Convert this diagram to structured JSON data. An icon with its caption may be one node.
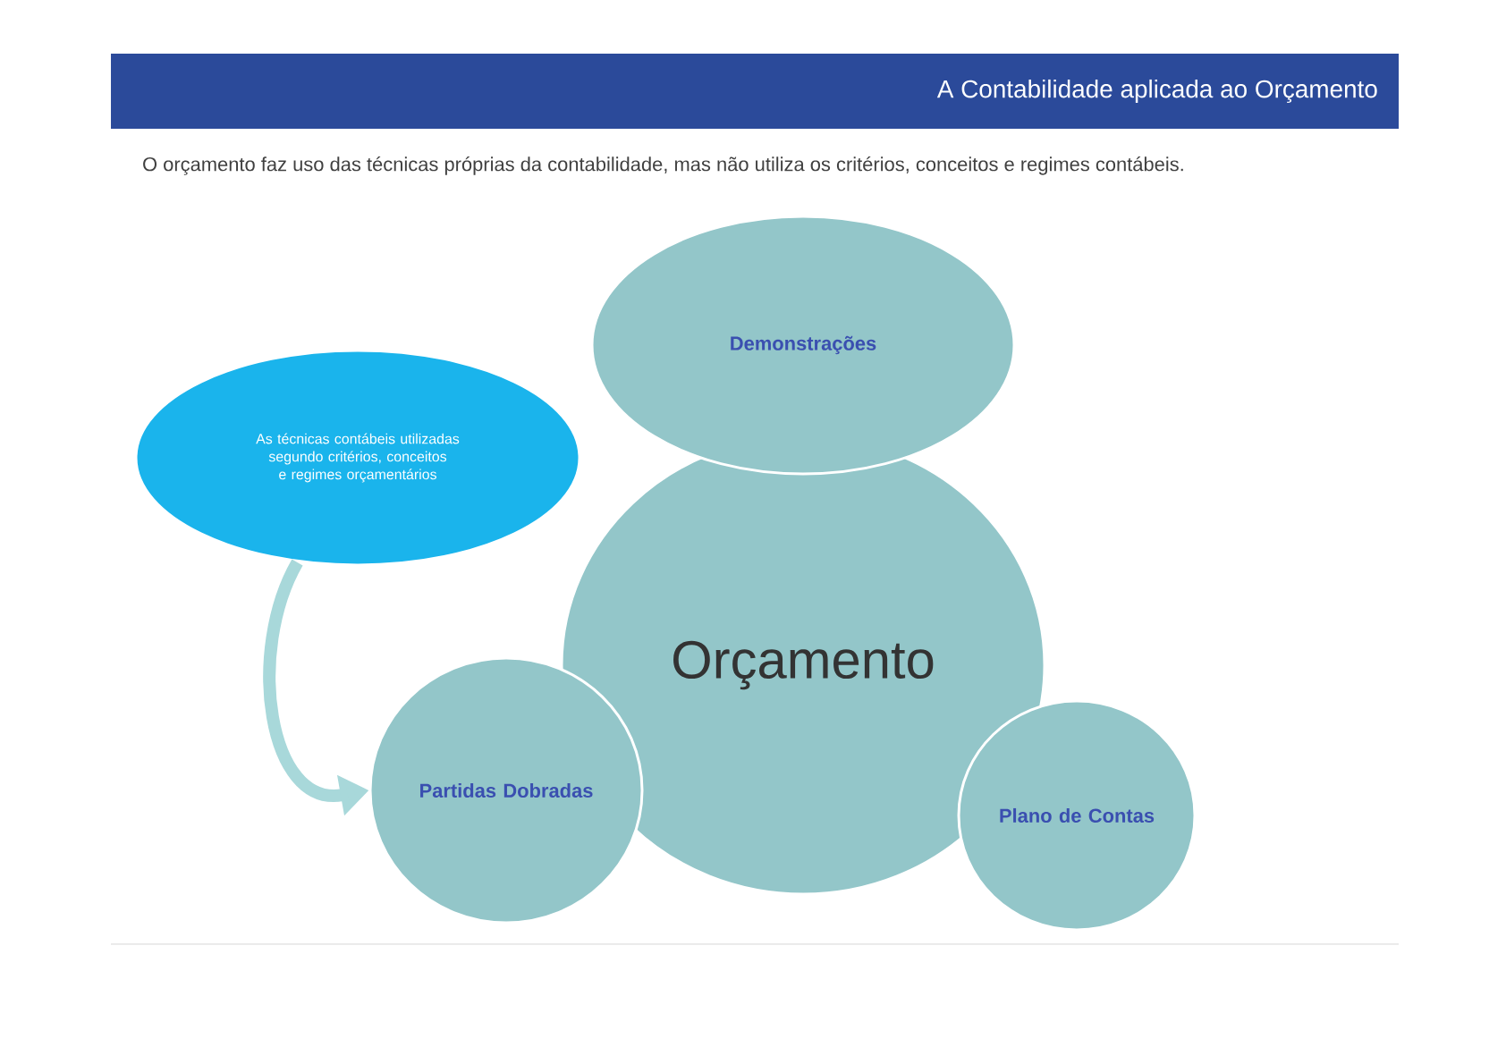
{
  "diagram": {
    "title": "A Contabilidade aplicada ao Orçamento",
    "nodes": [
      {
        "text": [
          "Demonstrações"
        ]
      },
      {
        "text": [
          "As técnicas contábeis utilizadas segundo critérios, conceitos e regimes orçamentários"
        ]
      },
      {
        "text": [
          "Orçamento"
        ]
      },
      {
        "text": [
          "Partidas Dobradas"
        ]
      },
      {
        "text": [
          "Plano de Contas"
        ]
      }
    ],
    "edges": [
      {
        "from": 1,
        "to": 3,
        "arrow": "to"
      }
    ],
    "labels": [
      "O orçamento faz uso das técnicas próprias da contabilidade, mas não utiliza os critérios, conceitos e regimes contábeis."
    ]
  }
}
